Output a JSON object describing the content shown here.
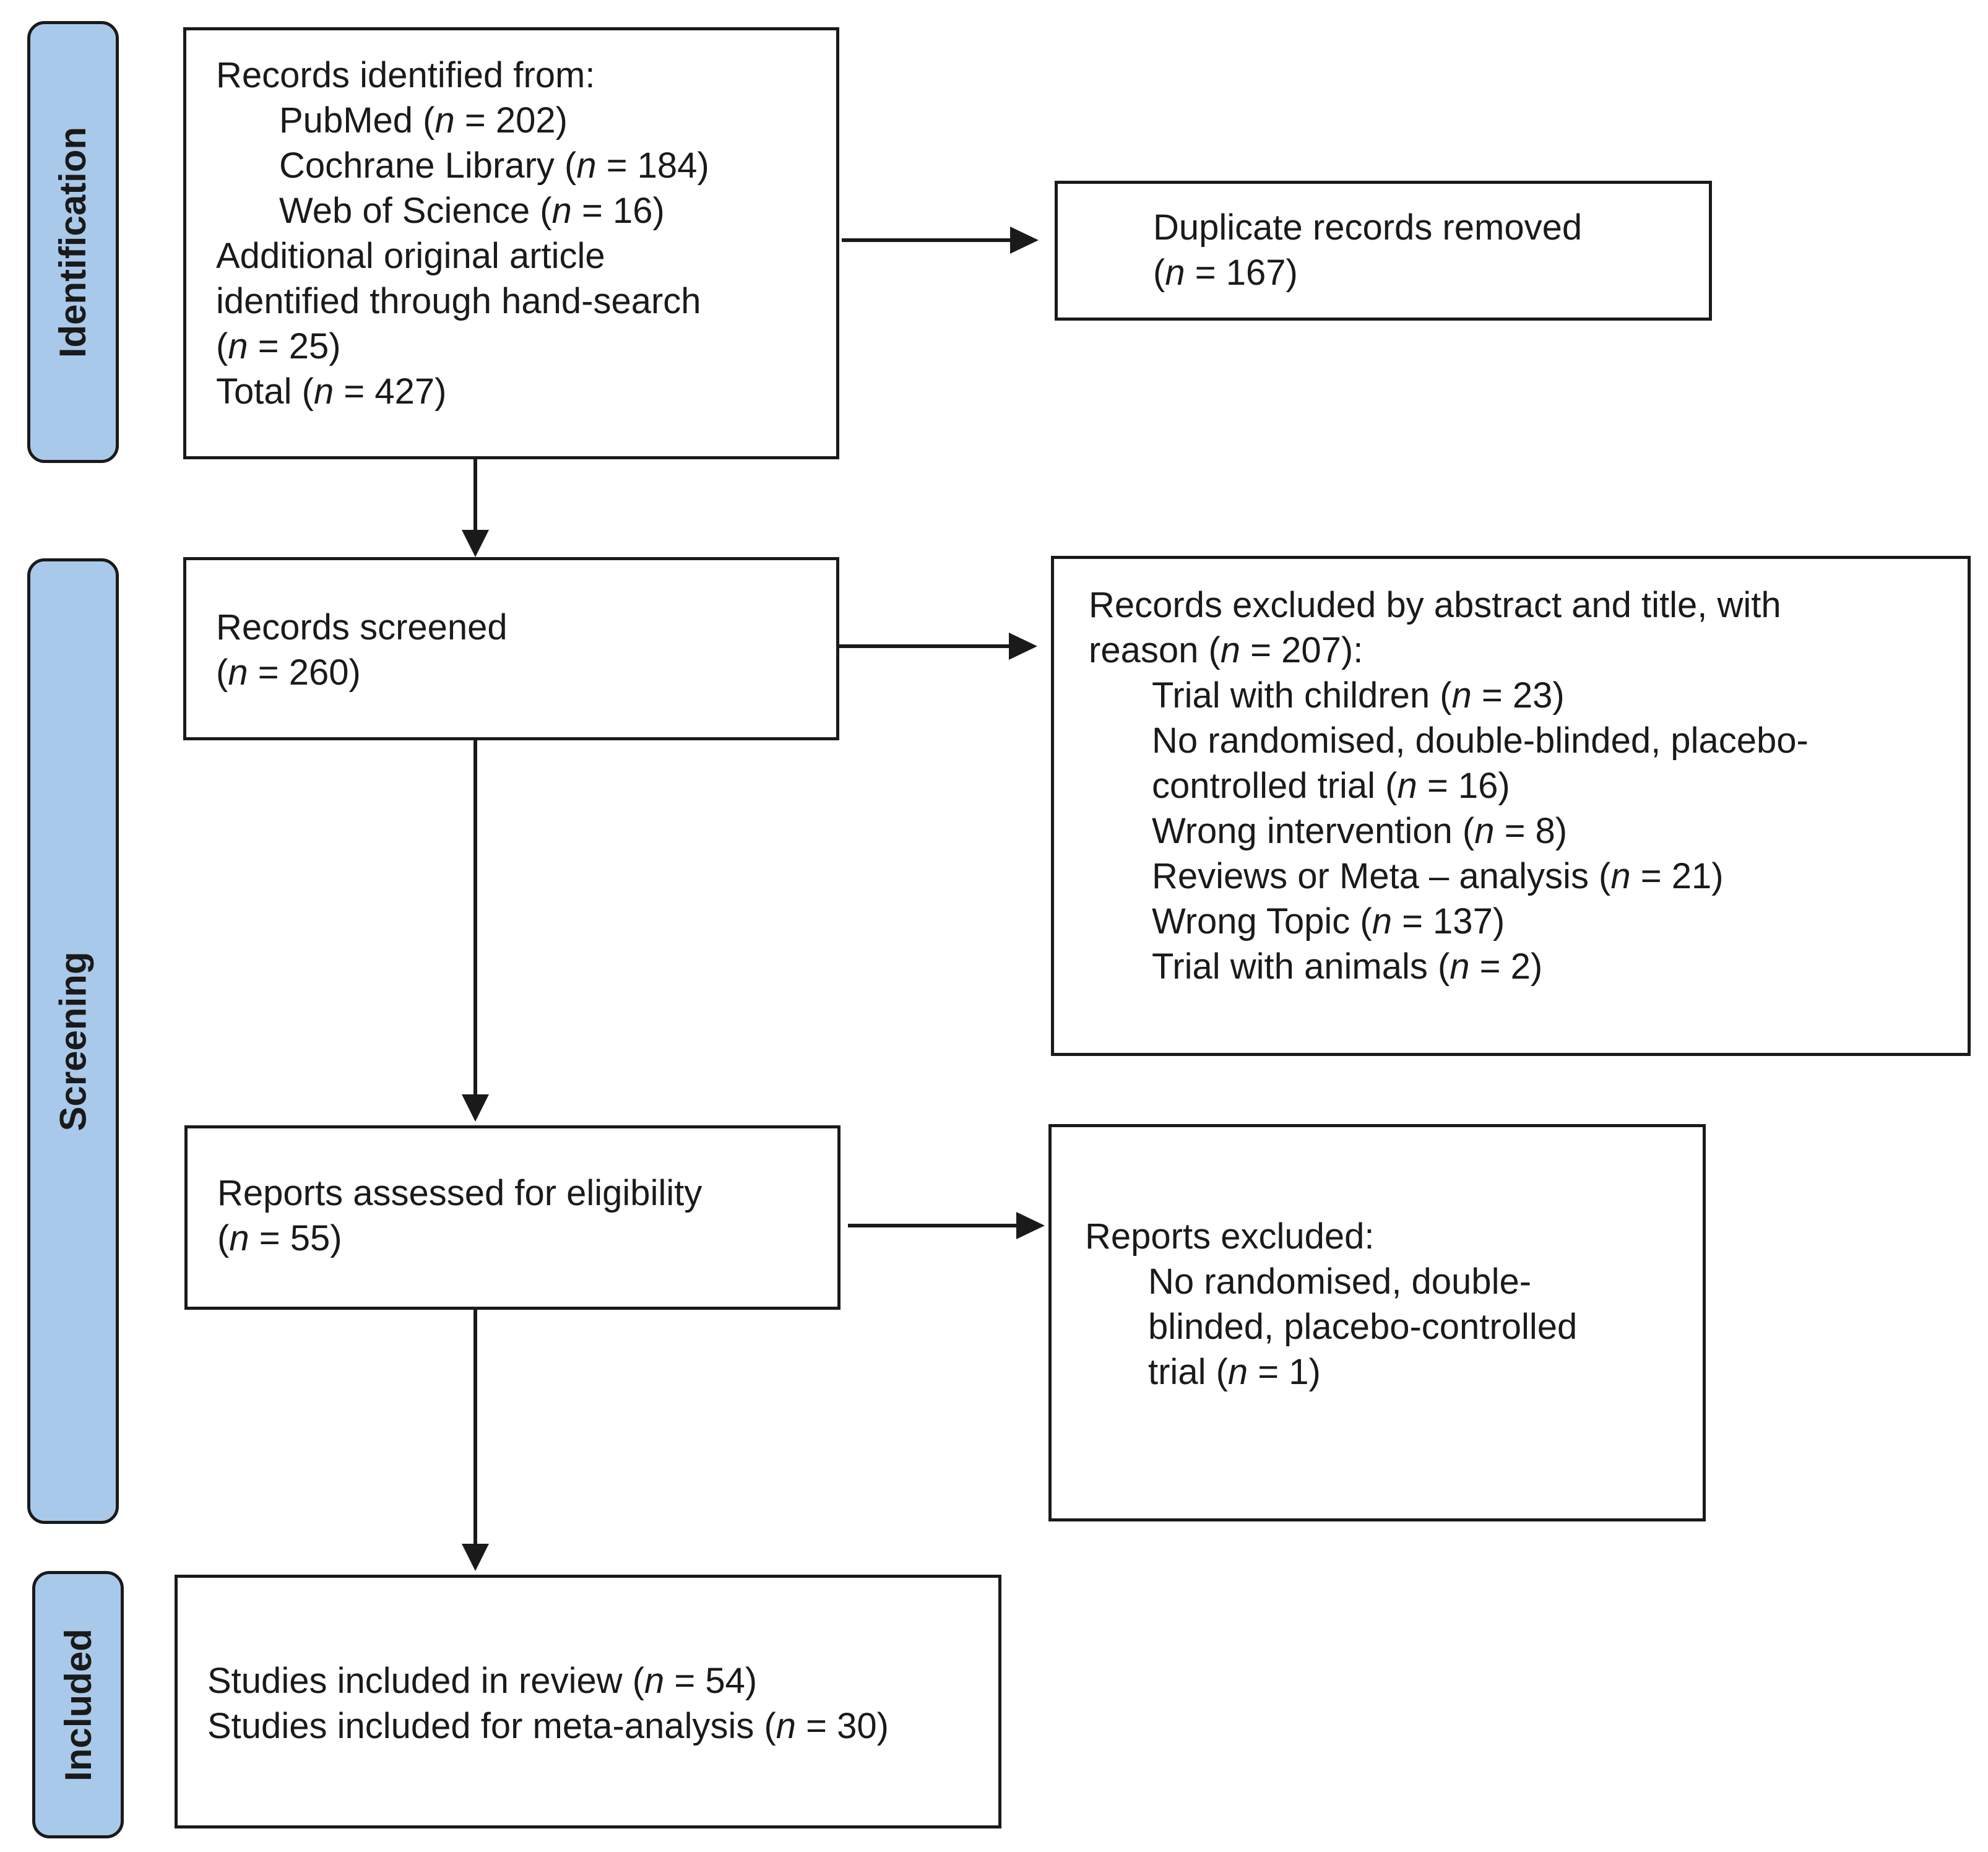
{
  "colors": {
    "phase_fill": "#a9c9ea",
    "border": "#1a1a1a",
    "background": "#ffffff"
  },
  "phases": {
    "identification": "Identification",
    "screening": "Screening",
    "included": "Included"
  },
  "identification_box": {
    "lines": [
      {
        "pre": "Records identified from:"
      },
      {
        "pre": "PubMed (",
        "n": "n",
        "post": " = 202)",
        "indent": true
      },
      {
        "pre": "Cochrane Library (",
        "n": "n",
        "post": " = 184)",
        "indent": true
      },
      {
        "pre": "Web of Science (",
        "n": "n",
        "post": " = 16)",
        "indent": true
      },
      {
        "pre": "Additional original article"
      },
      {
        "pre": "identified through hand-search"
      },
      {
        "pre": "(",
        "n": "n",
        "post": " = 25)"
      },
      {
        "pre": "Total (",
        "n": "n",
        "post": " = 427)"
      }
    ]
  },
  "duplicates_box": {
    "lines": [
      {
        "pre": "Duplicate records removed"
      },
      {
        "pre": "(",
        "n": "n",
        "post": " = 167)"
      }
    ]
  },
  "screened_box": {
    "lines": [
      {
        "pre": "Records screened"
      },
      {
        "pre": "(",
        "n": "n",
        "post": " = 260)"
      }
    ]
  },
  "excluded_box": {
    "lines": [
      {
        "pre": "Records excluded by abstract and title, with"
      },
      {
        "pre": "reason (",
        "n": "n",
        "post": " = 207):"
      },
      {
        "pre": "Trial with children (",
        "n": "n",
        "post": " = 23)",
        "indent": true
      },
      {
        "pre": "No randomised, double-blinded, placebo-",
        "indent": true
      },
      {
        "pre": "controlled trial (",
        "n": "n",
        "post": " = 16)",
        "indent": true
      },
      {
        "pre": "Wrong intervention (",
        "n": "n",
        "post": " = 8)",
        "indent": true
      },
      {
        "pre": "Reviews or Meta – analysis (",
        "n": "n",
        "post": " = 21)",
        "indent": true
      },
      {
        "pre": "Wrong Topic (",
        "n": "n",
        "post": " = 137)",
        "indent": true
      },
      {
        "pre": "Trial with animals (",
        "n": "n",
        "post": " = 2)",
        "indent": true
      }
    ]
  },
  "eligibility_box": {
    "lines": [
      {
        "pre": "Reports assessed for eligibility"
      },
      {
        "pre": "(",
        "n": "n",
        "post": " = 55)"
      }
    ]
  },
  "reports_excluded_box": {
    "lines": [
      {
        "pre": "Reports excluded:"
      },
      {
        "pre": "No randomised, double-",
        "indent": true
      },
      {
        "pre": "blinded, placebo-controlled",
        "indent": true
      },
      {
        "pre": "trial (",
        "n": "n",
        "post": " = 1)",
        "indent": true
      }
    ]
  },
  "included_box": {
    "lines": [
      {
        "pre": "Studies included in review (",
        "n": "n",
        "post": " = 54)"
      },
      {
        "pre": "Studies included for meta-analysis (",
        "n": "n",
        "post": " = 30)"
      }
    ]
  }
}
